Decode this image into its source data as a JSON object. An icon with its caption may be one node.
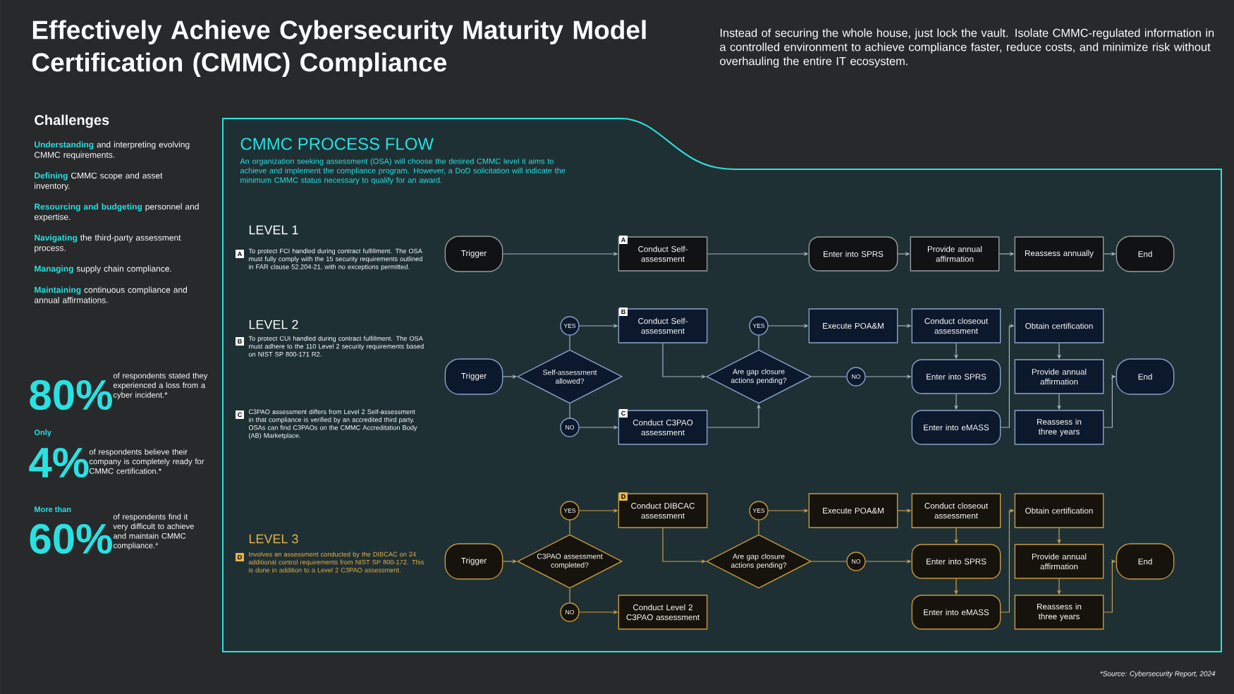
{
  "diagram": {
    "title": "Effectively Achieve Cybersecurity Maturity Model Certification (CMMC) Compliance",
    "nodes": [
      {
        "text": [
          "Trigger"
        ]
      },
      {
        "text": [
          "Conduct Self-assessment"
        ]
      },
      {
        "text": [
          "Enter into SPRS"
        ]
      },
      {
        "text": [
          "Provide annual affirmation"
        ]
      },
      {
        "text": [
          "Reassess annually"
        ]
      },
      {
        "text": [
          "End"
        ]
      },
      {
        "text": [
          "Trigger"
        ]
      },
      {
        "text": [
          "Self-assessment allowed?"
        ]
      },
      {
        "text": [
          "YES"
        ]
      },
      {
        "text": [
          "NO"
        ]
      },
      {
        "text": [
          "Conduct Self-assessment"
        ]
      },
      {
        "text": [
          "Conduct C3PAO assessment"
        ]
      },
      {
        "text": [
          "Are gap closure actions pending?"
        ]
      },
      {
        "text": [
          "YES"
        ]
      },
      {
        "text": [
          "NO"
        ]
      },
      {
        "text": [
          "Execute POA&M"
        ]
      },
      {
        "text": [
          "Conduct closeout assessment"
        ]
      },
      {
        "text": [
          "Enter into SPRS"
        ]
      },
      {
        "text": [
          "Enter into eMASS"
        ]
      },
      {
        "text": [
          "Obtain certification"
        ]
      },
      {
        "text": [
          "Provide annual affirmation"
        ]
      },
      {
        "text": [
          "Reassess in three years"
        ]
      },
      {
        "text": [
          "End"
        ]
      },
      {
        "text": [
          "Trigger"
        ]
      },
      {
        "text": [
          "C3PAO assessment completed?"
        ]
      },
      {
        "text": [
          "YES"
        ]
      },
      {
        "text": [
          "NO"
        ]
      },
      {
        "text": [
          "Conduct DIBCAC assessment"
        ]
      },
      {
        "text": [
          "Conduct Level 2 C3PAO assessment"
        ]
      },
      {
        "text": [
          "Are gap closure actions pending?"
        ]
      },
      {
        "text": [
          "YES"
        ]
      },
      {
        "text": [
          "NO"
        ]
      },
      {
        "text": [
          "Execute POA&M"
        ]
      },
      {
        "text": [
          "Conduct closeout assessment"
        ]
      },
      {
        "text": [
          "Enter into SPRS"
        ]
      },
      {
        "text": [
          "Enter into eMASS"
        ]
      },
      {
        "text": [
          "Obtain certification"
        ]
      },
      {
        "text": [
          "Provide annual affirmation"
        ]
      },
      {
        "text": [
          "Reassess in three years"
        ]
      },
      {
        "text": [
          "End"
        ]
      }
    ],
    "edges": [
      {
        "from": 0,
        "to": 1,
        "arrow": "to"
      },
      {
        "from": 1,
        "to": 2,
        "arrow": "to"
      },
      {
        "from": 2,
        "to": 3,
        "arrow": "to"
      },
      {
        "from": 3,
        "to": 4,
        "arrow": "to"
      },
      {
        "from": 4,
        "to": 5,
        "arrow": "to"
      },
      {
        "from": 6,
        "to": 7,
        "arrow": "to"
      },
      {
        "from": 7,
        "to": 8,
        "arrow": "none"
      },
      {
        "from": 8,
        "to": 10,
        "arrow": "to"
      },
      {
        "from": 7,
        "to": 9,
        "arrow": "none"
      },
      {
        "from": 9,
        "to": 11,
        "arrow": "to"
      },
      {
        "from": 10,
        "to": 12,
        "arrow": "to"
      },
      {
        "from": 11,
        "to": 12,
        "arrow": "to"
      },
      {
        "from": 12,
        "to": 13,
        "arrow": "none"
      },
      {
        "from": 13,
        "to": 15,
        "arrow": "to"
      },
      {
        "from": 12,
        "to": 14,
        "arrow": "none"
      },
      {
        "from": 14,
        "to": 17,
        "arrow": "to"
      },
      {
        "from": 15,
        "to": 16,
        "arrow": "to"
      },
      {
        "from": 16,
        "to": 17,
        "arrow": "to"
      },
      {
        "from": 17,
        "to": 18,
        "arrow": "to"
      },
      {
        "from": 18,
        "to": 19,
        "arrow": "to"
      },
      {
        "from": 19,
        "to": 20,
        "arrow": "to"
      },
      {
        "from": 20,
        "to": 21,
        "arrow": "to"
      },
      {
        "from": 21,
        "to": 22,
        "arrow": "to"
      },
      {
        "from": 23,
        "to": 24,
        "arrow": "to",
        "color": "#c9a04e"
      },
      {
        "from": 24,
        "to": 25,
        "arrow": "none",
        "color": "#c9a04e"
      },
      {
        "from": 25,
        "to": 27,
        "arrow": "to",
        "color": "#c9a04e"
      },
      {
        "from": 24,
        "to": 26,
        "arrow": "none",
        "color": "#c9a04e"
      },
      {
        "from": 26,
        "to": 28,
        "arrow": "to",
        "color": "#c9a04e"
      },
      {
        "from": 27,
        "to": 29,
        "arrow": "to",
        "color": "#c9a04e"
      },
      {
        "from": 29,
        "to": 30,
        "arrow": "none",
        "color": "#c9a04e"
      },
      {
        "from": 30,
        "to": 32,
        "arrow": "to",
        "color": "#c9a04e"
      },
      {
        "from": 29,
        "to": 31,
        "arrow": "none",
        "color": "#c9a04e"
      },
      {
        "from": 31,
        "to": 34,
        "arrow": "to",
        "color": "#c9a04e"
      },
      {
        "from": 32,
        "to": 33,
        "arrow": "to",
        "color": "#c9a04e"
      },
      {
        "from": 33,
        "to": 34,
        "arrow": "to",
        "color": "#c9a04e"
      },
      {
        "from": 34,
        "to": 35,
        "arrow": "to",
        "color": "#c9a04e"
      },
      {
        "from": 35,
        "to": 36,
        "arrow": "to",
        "color": "#c9a04e"
      },
      {
        "from": 36,
        "to": 37,
        "arrow": "to",
        "color": "#c9a04e"
      },
      {
        "from": 37,
        "to": 38,
        "arrow": "to",
        "color": "#c9a04e"
      },
      {
        "from": 38,
        "to": 39,
        "arrow": "to",
        "color": "#c9a04e"
      }
    ],
    "labels": [
      "Instead of securing the whole house, just lock the vault. Isolate CMMC-regulated information in a controlled environment to achieve compliance faster, reduce costs, and minimize risk without overhauling the entire IT ecosystem.",
      "Challenges",
      "**Understanding** and interpreting evolving CMMC requirements.",
      "**Defining** CMMC scope and asset inventory.",
      "**Resourcing and budgeting** personnel and expertise.",
      "**Navigating** the third-party assessment process.",
      "**Managing** supply chain compliance.",
      "**Maintaining** continuous compliance and annual affirmations.",
      "80%",
      "of respondents stated they experienced a loss from a cyber incident.*",
      "Only",
      "4%",
      "of respondents believe their company is completely ready for CMMC certification.*",
      "More than",
      "60%",
      "of respondents find it very difficult to achieve and maintain CMMC compliance.*",
      "CMMC PROCESS FLOW",
      "An organization seeking assessment (OSA) will choose the desired CMMC level it aims to achieve and implement the compliance program. However, a DoD solicitation will indicate the minimum CMMC status necessary to qualify for an award.",
      "LEVEL 1",
      "A",
      "To protect FCI handled during contract fulfillment. The OSA must fully comply with the 15 security requirements outlined in FAR clause 52.204-21, with no exceptions permitted.",
      "A",
      "LEVEL 2",
      "B",
      "To protect CUI handled during contract fulfillment. The OSA must adhere to the 110 Level 2 security requirements based on NIST SP 800-171 R2.",
      "B",
      "C",
      "C3PAO assessment differs from Level 2 Self-assessment in that compliance is verified by an accredited third party. OSAs can find C3PAOs on the CMMC Accreditation Body (AB) Marketplace.",
      "C",
      "LEVEL 3",
      "D",
      "Involves an assessment conducted by the DIBCAC on 24 additional control requirements from NIST SP 800-172. This is done in addition to a Level 2 C3PAO assessment.",
      "D",
      "*Source: Cybersecurity Report, 2024"
    ]
  }
}
